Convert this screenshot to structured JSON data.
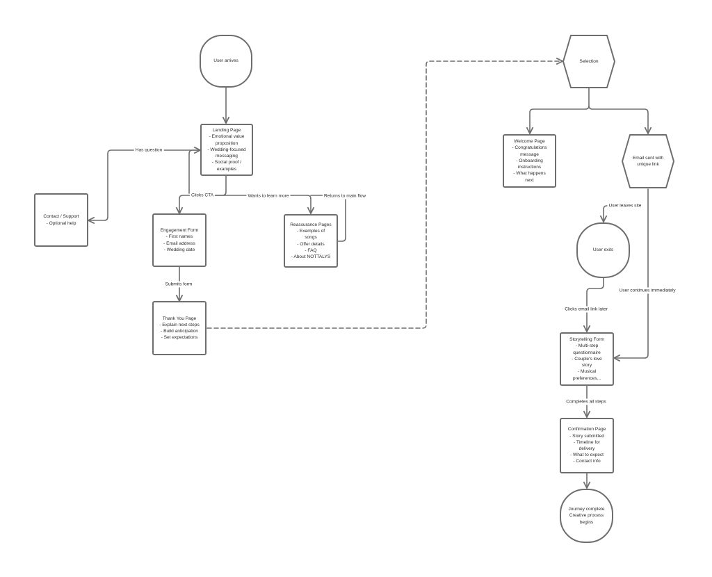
{
  "nodes": {
    "user_arrives": {
      "lines": [
        "User arrives"
      ]
    },
    "landing": {
      "lines": [
        "Landing Page",
        "- Emotional value",
        "proposition",
        "- Wedding-focused",
        "messaging",
        "- Social proof /",
        "examples"
      ]
    },
    "contact": {
      "lines": [
        "Contact / Support",
        "- Optional help"
      ]
    },
    "engagement": {
      "lines": [
        "Engagement Form",
        "- First names",
        "- Email address",
        "- Wedding date"
      ]
    },
    "reassurance": {
      "lines": [
        "Reassurance Pages",
        "- Examples of",
        "songs",
        "- Offer details",
        "- FAQ",
        "- About NOTTALYS"
      ]
    },
    "thankyou": {
      "lines": [
        "Thank You Page",
        "- Explain next steps",
        "- Build anticipation",
        "- Set expectations"
      ]
    },
    "selection": {
      "lines": [
        "Selection"
      ]
    },
    "welcome": {
      "lines": [
        "Welcome Page",
        "- Congratulations",
        "message",
        "- Onboarding",
        "instructions",
        "- What happens",
        "next"
      ]
    },
    "email_sent": {
      "lines": [
        "Email sent with",
        "unique link"
      ]
    },
    "user_exits": {
      "lines": [
        "User exits"
      ]
    },
    "storytelling": {
      "lines": [
        "Storytelling Form",
        "- Multi-step",
        "questionnaire",
        "- Couple's love",
        "story",
        "- Musical",
        "preferences..."
      ]
    },
    "confirmation": {
      "lines": [
        "Confirmation Page",
        "- Story submitted",
        "- Timeline for",
        "delivery",
        "- What to expect",
        "- Contact info"
      ]
    },
    "journey": {
      "lines": [
        "Journey complete",
        "Creative process",
        "begins"
      ]
    }
  },
  "edge_labels": {
    "has_question": "Has question",
    "clicks_cta": "Clicks CTA",
    "wants_more": "Wants to learn more",
    "returns_main": "Returns to main flow",
    "submits_form": "Submits form",
    "user_leaves": "User leaves site",
    "continues": "User continues immediately",
    "clicks_email": "Clicks email link later",
    "completes": "Completes all steps"
  },
  "colors": {
    "stroke": "#6e6e6e",
    "text": "#2b2b2b",
    "background": "#ffffff"
  }
}
